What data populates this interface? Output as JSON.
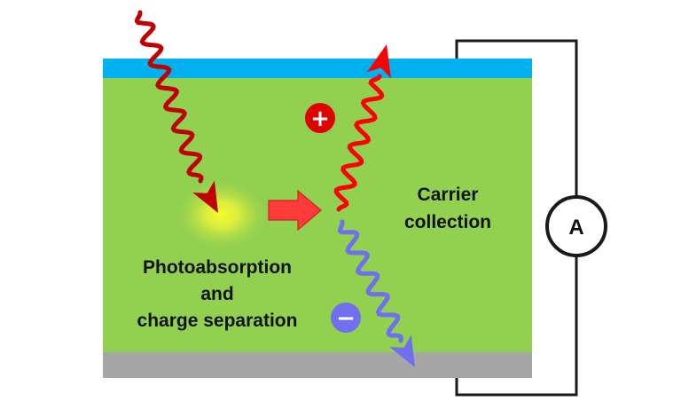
{
  "labels": {
    "photo_line1": "Photoabsorption",
    "photo_line2": "and",
    "photo_line3": "charge separation",
    "carrier_line1": "Carrier",
    "carrier_line2": "collection",
    "ammeter": "A",
    "hole_sign": "+",
    "electron_sign": "−"
  },
  "colors": {
    "top_electrode": "#00b0ef",
    "absorber": "#92d050",
    "bottom_electrode": "#a6a6a6",
    "photon": "#c00000",
    "hole_path": "#ff0000",
    "electron_path": "#6f6ff0",
    "transfer_arrow": "#ff3b3b",
    "glow": "#e8f23a",
    "circuit": "#1a1a1a"
  },
  "icons": {
    "incoming_photon": "wavy-arrow-icon",
    "transfer": "block-arrow-right-icon",
    "hole": "plus-circle-icon",
    "electron": "minus-circle-icon"
  }
}
